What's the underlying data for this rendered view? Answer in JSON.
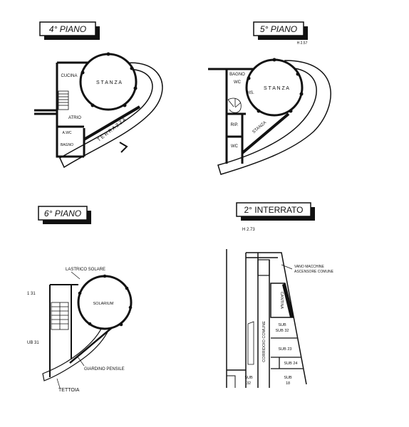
{
  "plans": [
    {
      "id": "floor4",
      "title": "4° PIANO",
      "height_note": "",
      "labels": {
        "kitchen": "CUCINA",
        "room": "S T A N Z A",
        "hall": "ATRIO",
        "terrace": "T E R R A Z Z A",
        "small1": "A.WC",
        "small2": "BAGNO"
      }
    },
    {
      "id": "floor5",
      "title": "5° PIANO",
      "height_note": "H 2.57",
      "labels": {
        "bath": "BAGNO",
        "wc1": "WC",
        "dis": "DIS.",
        "room": "S T A N Z A",
        "room2": "STANZA",
        "rip": "RIP.",
        "wc2": "WC"
      }
    },
    {
      "id": "floor6",
      "title": "6° PIANO",
      "height_note": "",
      "labels": {
        "roof": "LASTRICO SOLARE",
        "solarium": "SOLARIUM",
        "sub_top": "1 31",
        "sub_mid": "UB 31",
        "garden": "GIARDINO PENSILE",
        "canopy": "TETTOIA"
      }
    },
    {
      "id": "basement2",
      "title": "2° INTERRATO",
      "height_note": "H 2.73",
      "labels": {
        "shaft1": "VANO MACCHINE",
        "shaft2": "ASCENSORE COMUNE",
        "cellar": "CANTINA",
        "corridor": "CORRIDOIO COMUNE",
        "sub32a": "SUB 32",
        "sub23": "SUB 23",
        "sub24": "SUB 24",
        "sub32b_1": "SUB",
        "sub32b_2": "32",
        "sub18_1": "SUB",
        "sub18_2": "18"
      }
    }
  ]
}
